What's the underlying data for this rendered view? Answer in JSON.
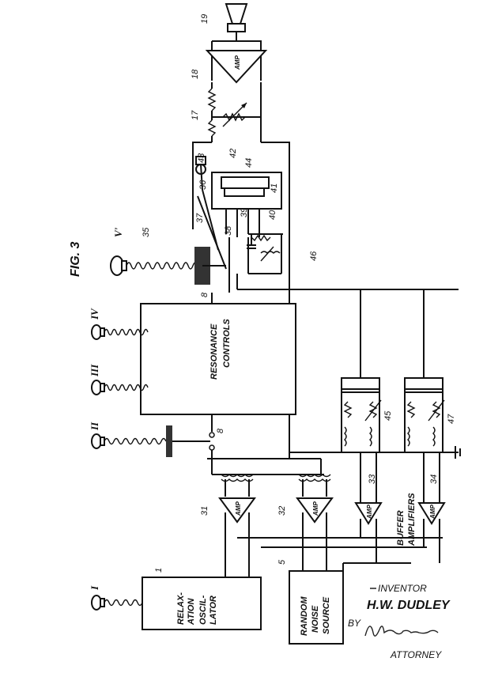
{
  "figure": {
    "fig_label": "FIG. 3",
    "labels": {
      "relaxation_oscillator": [
        "RELAX-",
        "ATION",
        "OSCIL-",
        "LATOR"
      ],
      "random_noise_source": [
        "RANDOM",
        "NOISE",
        "SOURCE"
      ],
      "resonance_controls": [
        "RESONANCE",
        "CONTROLS"
      ],
      "buffer_amplifiers": [
        "BUFFER",
        "AMPLIFIERS"
      ],
      "amp": "AMP"
    },
    "control_keys": {
      "k1": "I",
      "k2": "II",
      "k3": "III",
      "k4": "IV",
      "k5": "V'"
    },
    "ref_numbers": {
      "r1": "1",
      "r5": "5",
      "r8a": "8",
      "r8b": "8",
      "r17": "17",
      "r18": "18",
      "r19": "19",
      "r31": "31",
      "r32": "32",
      "r33": "33",
      "r34": "34",
      "r35": "35",
      "r36": "36",
      "r37": "37",
      "r38": "38",
      "r39": "39",
      "r40": "40",
      "r41": "41",
      "r42": "42",
      "r43": "43",
      "r44": "44",
      "r45": "45",
      "r46": "46",
      "r47": "47"
    }
  },
  "inventor": {
    "title": "INVENTOR",
    "name": "H.W. DUDLEY",
    "by": "BY"
  },
  "attorney": {
    "label": "ATTORNEY"
  }
}
